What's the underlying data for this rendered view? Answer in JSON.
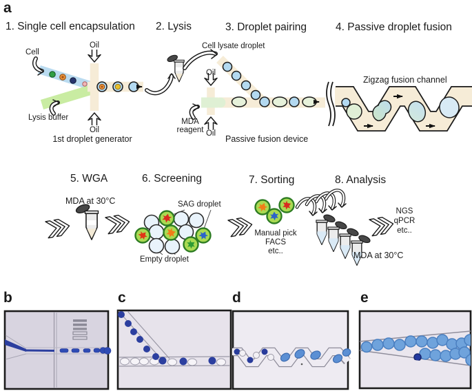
{
  "panel_labels": {
    "a": "a",
    "b": "b",
    "c": "c",
    "d": "d",
    "e": "e"
  },
  "steps": {
    "s1": {
      "title": "1. Single cell encapsulation",
      "cell": "Cell",
      "oil_top": "Oil",
      "oil_bottom": "Oil",
      "lysis_buffer": "Lysis buffer",
      "caption": "1st droplet generator"
    },
    "s2": {
      "title": "2. Lysis"
    },
    "s3": {
      "title": "3. Droplet pairing",
      "cell_lysate": "Cell lysate droplet",
      "oil_top": "Oil",
      "oil_bottom": "Oil",
      "mda_line1": "MDA",
      "mda_line2": "reagent",
      "caption": "Passive fusion device"
    },
    "s4": {
      "title": "4. Passive droplet fusion",
      "zigzag_label": "Zigzag fusion channel"
    },
    "s5": {
      "title": "5. WGA",
      "mda_label": "MDA at 30°C"
    },
    "s6": {
      "title": "6. Screening",
      "sag_label": "SAG droplet",
      "empty_label": "Empty droplet"
    },
    "s7": {
      "title": "7. Sorting",
      "method_line1": "Manual pick",
      "method_line2": "FACS",
      "method_line3": "etc.."
    },
    "s8": {
      "title": "8. Analysis",
      "out_line1": "NGS",
      "out_line2": "qPCR",
      "out_line3": "etc..",
      "mda_label": "MDA at 30°C"
    }
  },
  "icons": {
    "microcentrifuge-tube": "conical PCR tube with open dark cap",
    "oil-inlet-arrow": "hollow outlined arrow pointing into channel",
    "flow-chevron-arrow": "hollow double chevron arrow",
    "sag-droplet": "green droplet containing colored microcolony blob",
    "empty-droplet": "pale blue outlined circle",
    "zigzag-channel": "zigzag fusion channel ribbon"
  },
  "colors": {
    "channel_beige": "#f6ecd7",
    "droplet_blue": "#b3d9f0",
    "lysis_buffer_green": "#c9eca2",
    "mda_green": "#dff0d4",
    "sag_droplet_green": "#aada52",
    "empty_droplet_blue": "#e9f3fb",
    "photo_bg_lavender": "#d8d4e0",
    "photo_droplet_navy": "#2c3f9f",
    "photo_droplet_blue": "#6fa3dc",
    "outline_black": "#1a1a1a"
  }
}
